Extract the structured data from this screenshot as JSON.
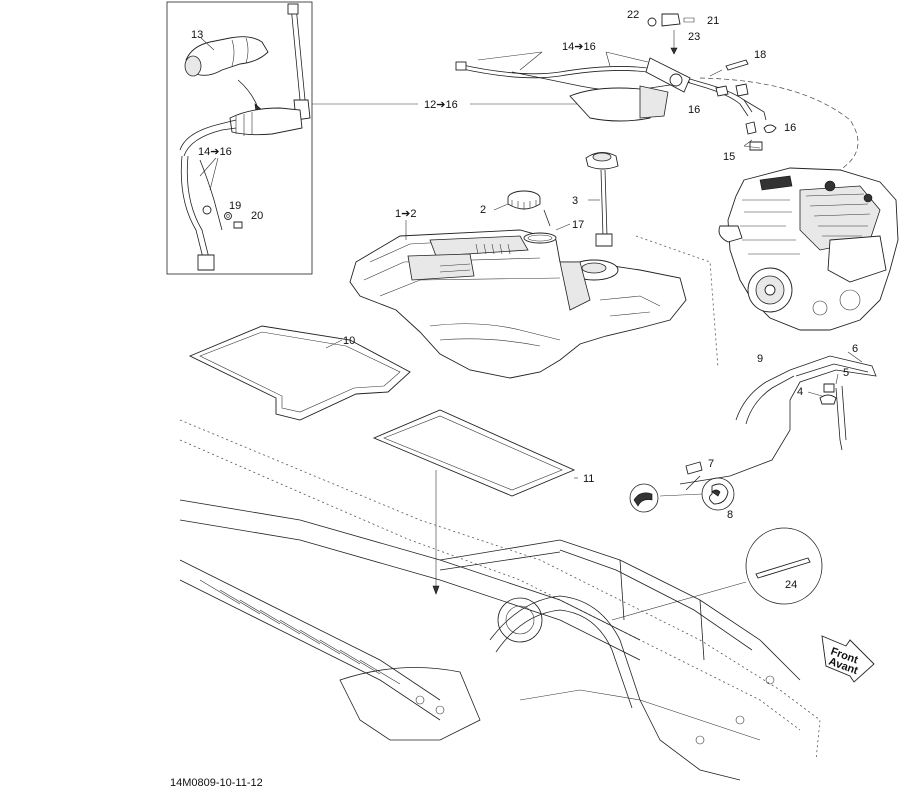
{
  "callouts": [
    {
      "id": "c13",
      "text": "13"
    },
    {
      "id": "c14-16a",
      "text": "14➔16"
    },
    {
      "id": "c14-16b",
      "text": "14➔16"
    },
    {
      "id": "c12-16",
      "text": "12➔16"
    },
    {
      "id": "c19",
      "text": "19"
    },
    {
      "id": "c20",
      "text": "20"
    },
    {
      "id": "c22",
      "text": "22"
    },
    {
      "id": "c21",
      "text": "21"
    },
    {
      "id": "c23",
      "text": "23"
    },
    {
      "id": "c18",
      "text": "18"
    },
    {
      "id": "c16a",
      "text": "16"
    },
    {
      "id": "c16b",
      "text": "16"
    },
    {
      "id": "c15",
      "text": "15"
    },
    {
      "id": "c1-2",
      "text": "1➔2"
    },
    {
      "id": "c2",
      "text": "2"
    },
    {
      "id": "c3",
      "text": "3"
    },
    {
      "id": "c17",
      "text": "17"
    },
    {
      "id": "c10",
      "text": "10"
    },
    {
      "id": "c11",
      "text": "11"
    },
    {
      "id": "c9",
      "text": "9"
    },
    {
      "id": "c6",
      "text": "6"
    },
    {
      "id": "c5",
      "text": "5"
    },
    {
      "id": "c4",
      "text": "4"
    },
    {
      "id": "c7",
      "text": "7"
    },
    {
      "id": "c8",
      "text": "8"
    },
    {
      "id": "c24",
      "text": "24"
    }
  ],
  "front_arrow": {
    "line1": "Front",
    "line2": "Avant"
  },
  "drawing_number": "14M0809-10-11-12"
}
